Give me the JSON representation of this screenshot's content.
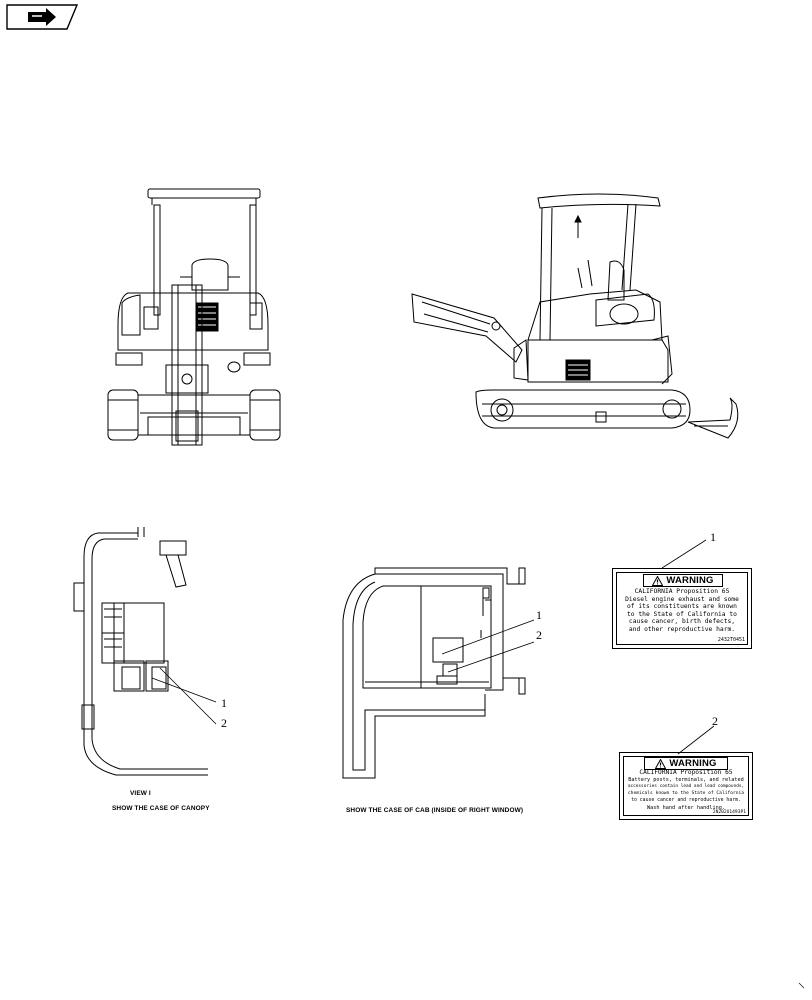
{
  "nav": {
    "icon": "next-page-icon"
  },
  "views": {
    "canopy": {
      "title": "VIEW I",
      "caption": "SHOW THE CASE OF CANOPY"
    },
    "cab": {
      "caption": "SHOW THE CASE OF CAB (INSIDE OF RIGHT WINDOW)"
    }
  },
  "callouts": [
    "1",
    "2"
  ],
  "labels": [
    {
      "number": "1",
      "heading": "WARNING",
      "lines": [
        "CALIFORNIA Proposition 65",
        "Diesel engine exhaust and some",
        "of its constituents are known",
        "to the State of California to",
        "cause cancer, birth defects,",
        "and other reproductive harm."
      ],
      "part_no": "2432T0451"
    },
    {
      "number": "2",
      "heading": "WARNING",
      "lines": [
        "CALIFORNIA Proposition 65",
        "Battery posts, terminals, and related",
        "accessories contain lead and lead compounds,",
        "chemicals known to the State of California",
        "to cause cancer and reproductive harm.",
        "Wash hand after handling."
      ],
      "part_no": "2N202U1493P1"
    }
  ]
}
